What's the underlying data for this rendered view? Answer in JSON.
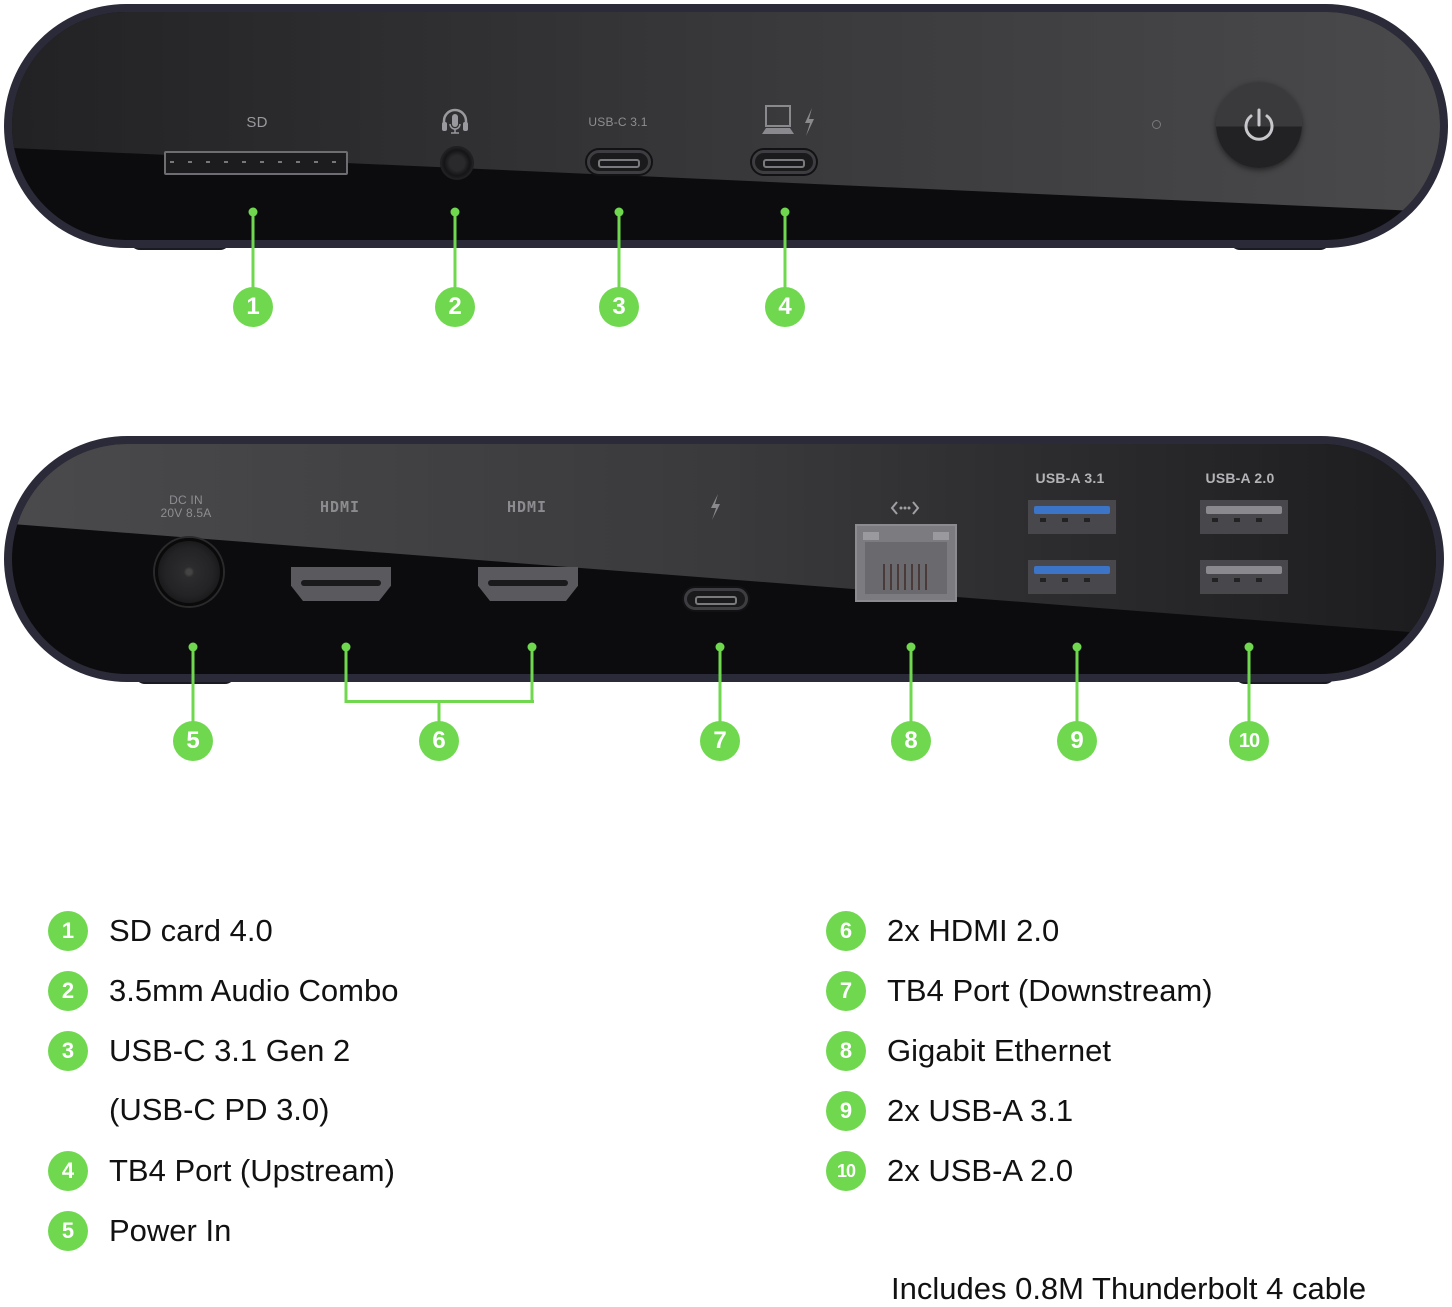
{
  "colors": {
    "accent_green": "#6fd84f",
    "dock_body": "#0c0c0e",
    "dock_rim": "#2a2a38",
    "port_label": "#9a9a9e",
    "usb3_blue": "#3c74c8",
    "text": "#111111"
  },
  "front_panel": {
    "labels": {
      "sd": "SD",
      "usbc": "USB-C 3.1"
    },
    "icons": [
      "headset-mic-icon",
      "laptop-icon",
      "thunderbolt-icon",
      "power-icon"
    ],
    "callouts": [
      "1",
      "2",
      "3",
      "4"
    ]
  },
  "rear_panel": {
    "labels": {
      "dc_in_line1": "DC IN",
      "dc_in_line2": "20V 8.5A",
      "hdmi1": "HDMI",
      "hdmi2": "HDMI",
      "usba31": "USB-A 3.1",
      "usba20": "USB-A 2.0"
    },
    "icons": [
      "thunderbolt-icon",
      "ethernet-icon"
    ],
    "callouts": [
      "5",
      "6",
      "7",
      "8",
      "9",
      "10"
    ]
  },
  "legend": {
    "left": [
      {
        "num": "1",
        "text": "SD card 4.0"
      },
      {
        "num": "2",
        "text": "3.5mm Audio Combo"
      },
      {
        "num": "3",
        "text": "USB-C 3.1 Gen 2",
        "subtext": "(USB-C PD 3.0)"
      },
      {
        "num": "4",
        "text": "TB4 Port (Upstream)"
      },
      {
        "num": "5",
        "text": "Power In"
      }
    ],
    "right": [
      {
        "num": "6",
        "text": "2x HDMI 2.0"
      },
      {
        "num": "7",
        "text": "TB4 Port (Downstream)"
      },
      {
        "num": "8",
        "text": "Gigabit Ethernet"
      },
      {
        "num": "9",
        "text": "2x USB-A 3.1"
      },
      {
        "num": "10",
        "text": "2x USB-A 2.0"
      }
    ]
  },
  "footnote": "Includes 0.8M Thunderbolt 4 cable"
}
